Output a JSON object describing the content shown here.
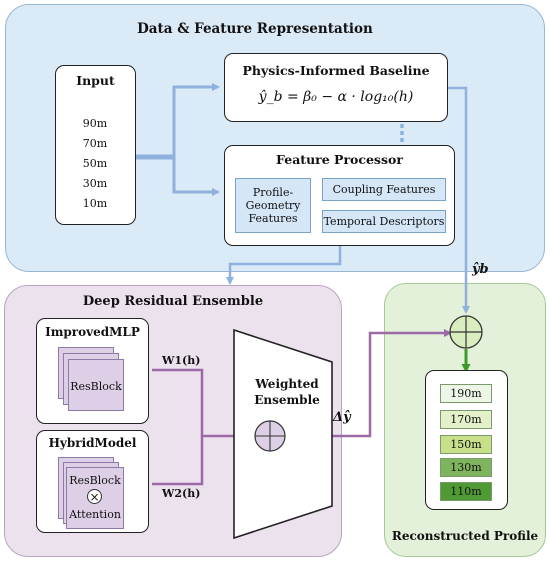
{
  "panels": {
    "data_feature": "Data & Feature Representation",
    "ensemble": "Deep Residual Ensemble",
    "reconstructed": "Reconstructed Profile"
  },
  "input": {
    "title": "Input",
    "heights": [
      "90m",
      "70m",
      "50m",
      "30m",
      "10m"
    ]
  },
  "baseline": {
    "title": "Physics-Informed Baseline",
    "formula": "ŷ_b = β₀ − α · log₁₀(h)"
  },
  "feature_processor": {
    "title": "Feature Processor",
    "profile_geometry": "Profile-Geometry Features",
    "coupling": "Coupling Features",
    "temporal": "Temporal Descriptors"
  },
  "labels": {
    "yb": "ŷb",
    "delta_y": "Δŷ",
    "w1": "W1(h)",
    "w2": "W2(h)"
  },
  "improved_mlp": {
    "title": "ImprovedMLP",
    "block": "ResBlock"
  },
  "hybrid_model": {
    "title": "HybridModel",
    "block": "ResBlock",
    "attention": "Attention"
  },
  "weighted_ensemble": {
    "title": "Weighted Ensemble"
  },
  "reconstructed_profile": {
    "levels": [
      {
        "label": "190m",
        "color": "#eef6e8"
      },
      {
        "label": "170m",
        "color": "#e3f0c9"
      },
      {
        "label": "150m",
        "color": "#c8e08a"
      },
      {
        "label": "130m",
        "color": "#7fb45e"
      },
      {
        "label": "110m",
        "color": "#4f9a34"
      }
    ]
  },
  "colors": {
    "blue_arrow": "#8fb1de",
    "purple_arrow": "#9b6aa6",
    "green_arrow": "#3c9a2a"
  }
}
